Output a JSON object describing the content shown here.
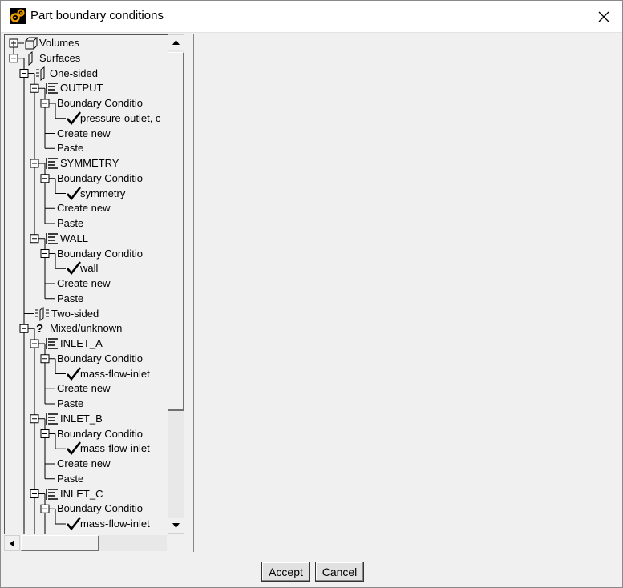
{
  "window": {
    "title": "Part boundary conditions",
    "icon": "app-gear-icon"
  },
  "tree": [
    {
      "label": "Volumes",
      "icon": "cube-icon",
      "expander": "+"
    },
    {
      "label": "Surfaces",
      "icon": "surface-icon",
      "expander": "-"
    },
    {
      "label": "One-sided",
      "icon": "one-sided-icon",
      "expander": "-"
    },
    {
      "label": "OUTPUT",
      "icon": "list-icon",
      "expander": "-"
    },
    {
      "label": "Boundary Conditio",
      "expander": "-"
    },
    {
      "label": "pressure-outlet, c",
      "icon": "check-icon"
    },
    {
      "label": "Create new"
    },
    {
      "label": "Paste"
    },
    {
      "label": "SYMMETRY",
      "icon": "list-icon",
      "expander": "-"
    },
    {
      "label": "Boundary Conditio",
      "expander": "-"
    },
    {
      "label": "symmetry",
      "icon": "check-icon"
    },
    {
      "label": "Create new"
    },
    {
      "label": "Paste"
    },
    {
      "label": "WALL",
      "icon": "list-icon",
      "expander": "-"
    },
    {
      "label": "Boundary Conditio",
      "expander": "-"
    },
    {
      "label": "wall",
      "icon": "check-icon"
    },
    {
      "label": "Create new"
    },
    {
      "label": "Paste"
    },
    {
      "label": "Two-sided",
      "icon": "two-sided-icon"
    },
    {
      "label": "Mixed/unknown",
      "icon": "question-icon",
      "expander": "-"
    },
    {
      "label": "INLET_A",
      "icon": "list-icon",
      "expander": "-"
    },
    {
      "label": "Boundary Conditio",
      "expander": "-"
    },
    {
      "label": "mass-flow-inlet",
      "icon": "check-icon"
    },
    {
      "label": "Create new"
    },
    {
      "label": "Paste"
    },
    {
      "label": "INLET_B",
      "icon": "list-icon",
      "expander": "-"
    },
    {
      "label": "Boundary Conditio",
      "expander": "-"
    },
    {
      "label": "mass-flow-inlet",
      "icon": "check-icon"
    },
    {
      "label": "Create new"
    },
    {
      "label": "Paste"
    },
    {
      "label": "INLET_C",
      "icon": "list-icon",
      "expander": "-"
    },
    {
      "label": "Boundary Conditio",
      "expander": "-"
    },
    {
      "label": "mass-flow-inlet",
      "icon": "check-icon"
    }
  ],
  "buttons": {
    "accept": "Accept",
    "cancel": "Cancel"
  }
}
